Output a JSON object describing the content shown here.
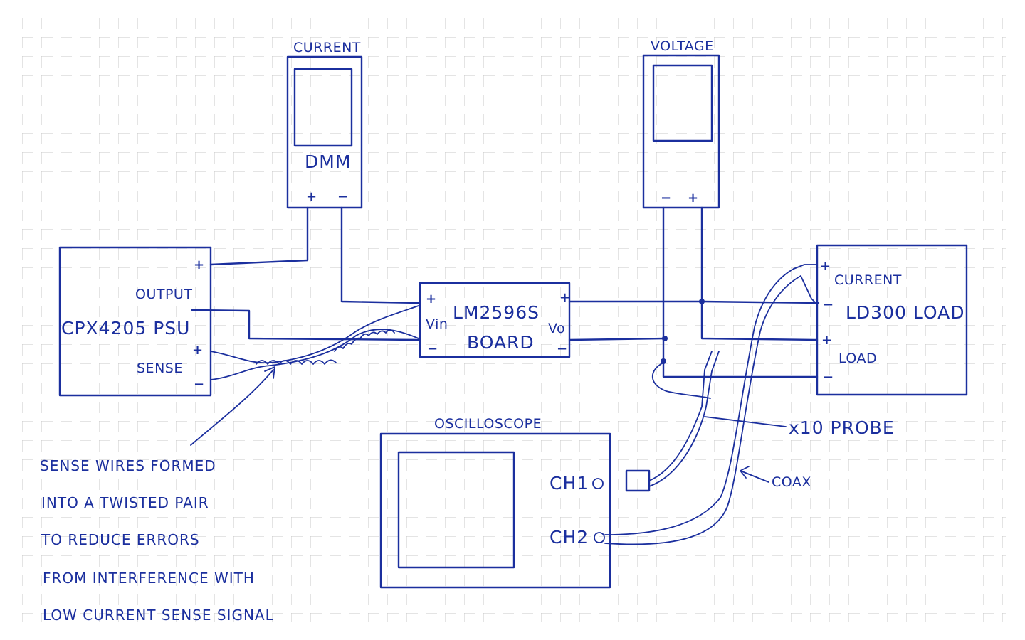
{
  "colors": {
    "ink": "#1b2f9e",
    "grid": "#c9c9c9",
    "paper": "#ffffff"
  },
  "labels": {
    "current_meter": "CURRENT",
    "voltage_meter": "VOLTAGE",
    "dmm": "DMM",
    "dmm_plus": "+",
    "dmm_minus": "−",
    "voltmeter_minus": "−",
    "voltmeter_plus": "+",
    "psu_name": "CPX4205 PSU",
    "psu_output": "OUTPUT",
    "psu_sense": "SENSE",
    "psu_plus_top": "+",
    "psu_plus_sense": "+",
    "psu_minus": "−",
    "board_line1": "LM2596S",
    "board_line2": "BOARD",
    "vin": "Vin",
    "vout": "Vo",
    "board_plus_in": "+",
    "board_minus_in": "−",
    "board_plus_out": "+",
    "board_minus_out": "−",
    "load_current": "CURRENT",
    "load_name": "LD300 LOAD",
    "load_load": "LOAD",
    "load_plus1": "+",
    "load_minus1": "−",
    "load_plus2": "+",
    "load_minus2": "−",
    "oscilloscope": "OSCILLOSCOPE",
    "ch1": "CH1",
    "ch2": "CH2",
    "probe": "x10 PROBE",
    "coax": "COAX"
  },
  "note": {
    "lines": [
      "SENSE WIRES FORMED",
      "INTO A TWISTED PAIR",
      "TO REDUCE ERRORS",
      "FROM INTERFERENCE WITH",
      "LOW CURRENT SENSE SIGNAL"
    ]
  }
}
